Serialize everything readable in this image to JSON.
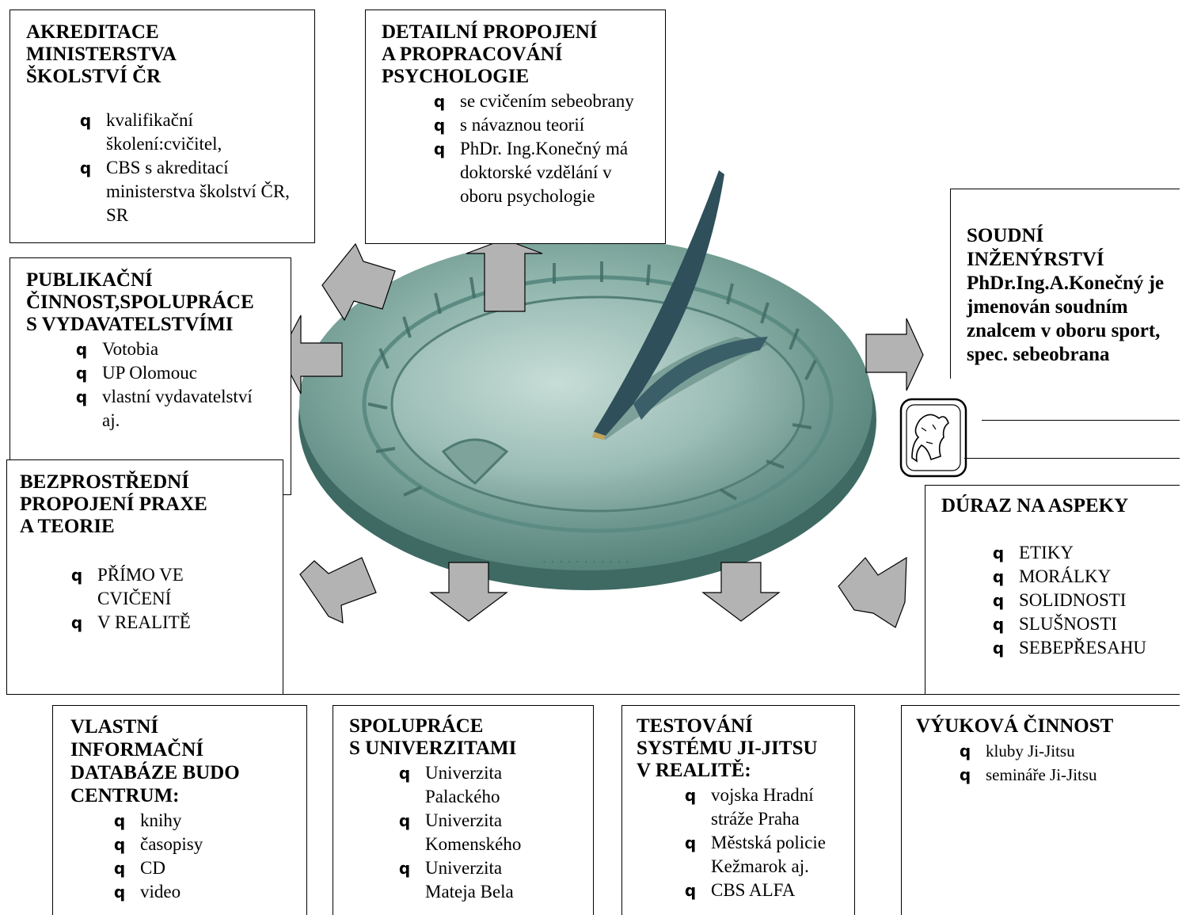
{
  "boxes": {
    "akreditace": {
      "title": "AKREDITACE\nMINISTERSTVA\nŠKOLSTVÍ ČR",
      "items": [
        "kvalifikační školení:cvičitel,",
        "CBS s akreditací ministerstva školství ČR, SR"
      ]
    },
    "detailni": {
      "title": "DETAILNÍ PROPOJENÍ\nA PROPRACOVÁNÍ\nPSYCHOLOGIE",
      "items": [
        "se cvičením sebeobrany",
        "s návaznou teorií",
        "PhDr. Ing.Konečný má doktorské vzdělání v oboru psychologie"
      ]
    },
    "soudni": {
      "text": "SOUDNÍ\nINŽENÝRSTVÍ\nPhDr.Ing.A.Konečný je jmenován soudním znalcem v oboru sport, spec. sebeobrana"
    },
    "publikacni": {
      "title": "PUBLIKAČNÍ\nČINNOST,SPOLUPRÁCE\nS VYDAVATELSTVÍMI",
      "items": [
        "Votobia",
        "UP Olomouc",
        "vlastní vydavatelství aj."
      ]
    },
    "bezprostredni": {
      "title": "BEZPROSTŘEDNÍ\nPROPOJENÍ PRAXE\nA TEORIE",
      "items": [
        "PŘÍMO VE CVIČENÍ",
        "V REALITĚ"
      ]
    },
    "duraz": {
      "title": "DÚRAZ NA ASPEKY",
      "items": [
        "ETIKY",
        "MORÁLKY",
        "SOLIDNOSTI",
        "SLUŠNOSTI",
        "SEBEPŘESAHU"
      ]
    },
    "vlastni": {
      "title": "VLASTNÍ\nINFORMAČNÍ\nDATABÁZE BUDO\nCENTRUM:",
      "items": [
        "knihy",
        "časopisy",
        "CD",
        "video"
      ]
    },
    "spoluprace": {
      "title": "SPOLUPRÁCE\nS UNIVERZITAMI",
      "items": [
        "Univerzita Palackého",
        "Univerzita Komenského",
        "Univerzita Mateja Bela"
      ]
    },
    "testovani": {
      "title": "TESTOVÁNÍ\nSYSTÉMU JI-JITSU\nV REALITĚ:",
      "items": [
        "vojska Hradní stráže Praha",
        "Městská policie Kežmarok aj.",
        "CBS ALFA"
      ]
    },
    "vyukova": {
      "title": "VÝUKOVÁ ČINNOST",
      "items": [
        "kluby Ji-Jitsu",
        "semináře Ji-Jitsu"
      ]
    }
  },
  "bullet_glyph": "q",
  "colors": {
    "arrow_fill": "#b3b3b3",
    "dial_base": "#6f9c93",
    "dial_light": "#a9c7c0",
    "gnomon": "#2f4f5a"
  },
  "images": {
    "sundial": "sundial-illustration",
    "seal": "lion-seal-emblem"
  }
}
